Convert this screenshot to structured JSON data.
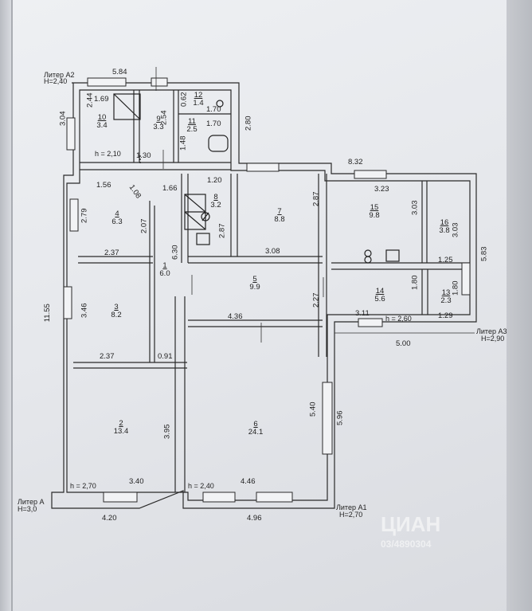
{
  "litera": [
    {
      "id": "a2",
      "name": "Литер А2",
      "height": "H=2,40"
    },
    {
      "id": "a",
      "name": "Литер А",
      "height": "H=3,0"
    },
    {
      "id": "a1",
      "name": "Литер А1",
      "height": "H=2,70"
    },
    {
      "id": "a3",
      "name": "Литер А3",
      "height": "H=2,90"
    }
  ],
  "rooms": [
    {
      "num": "1",
      "area": "6.0"
    },
    {
      "num": "2",
      "area": "13.4"
    },
    {
      "num": "3",
      "area": "8.2"
    },
    {
      "num": "4",
      "area": "6.3"
    },
    {
      "num": "5",
      "area": "9.9"
    },
    {
      "num": "6",
      "area": "24.1"
    },
    {
      "num": "7",
      "area": "8.8"
    },
    {
      "num": "8",
      "area": "3.2"
    },
    {
      "num": "9",
      "area": "3.3"
    },
    {
      "num": "10",
      "area": "3.4"
    },
    {
      "num": "11",
      "area": "2.5"
    },
    {
      "num": "12",
      "area": "1.4"
    },
    {
      "num": "13",
      "area": "2.3"
    },
    {
      "num": "14",
      "area": "5.6"
    },
    {
      "num": "15",
      "area": "9.8"
    },
    {
      "num": "16",
      "area": "3.8"
    }
  ],
  "heights": [
    "h = 2,10",
    "h = 2,70",
    "h = 2,40",
    "h = 2,60"
  ],
  "dims": {
    "top_584": "5.84",
    "d304": "3.04",
    "d244": "2.44",
    "d169": "1.69",
    "d254": "2.54",
    "d062": "0.62",
    "d170a": "1.70",
    "d170b": "1.70",
    "d148": "1.48",
    "d130": "1.30",
    "d280": "2.80",
    "d832": "8.32",
    "d120": "1.20",
    "d156": "1.56",
    "d108": "1.08",
    "d166": "1.66",
    "d279": "2.79",
    "d207": "2.07",
    "d287a": "2.87",
    "d287b": "2.87",
    "d323": "3.23",
    "d303a": "3.03",
    "d303b": "3.03",
    "d630": "6.30",
    "d237a": "2.37",
    "d308": "3.08",
    "d125": "1.25",
    "d583": "5.83",
    "d180a": "1.80",
    "d180b": "1.80",
    "d346": "3.46",
    "d227": "2.27",
    "d311": "3.11",
    "d129": "1.29",
    "d436": "4.36",
    "d500": "5.00",
    "d1155": "11.55",
    "d237b": "2.37",
    "d091": "0.91",
    "d395": "3.95",
    "d540": "5.40",
    "d596": "5.96",
    "d340": "3.40",
    "d446": "4.46",
    "d420": "4.20",
    "d496": "4.96"
  },
  "watermark": {
    "brand": "ЦИАН",
    "code": "03/4890304"
  }
}
